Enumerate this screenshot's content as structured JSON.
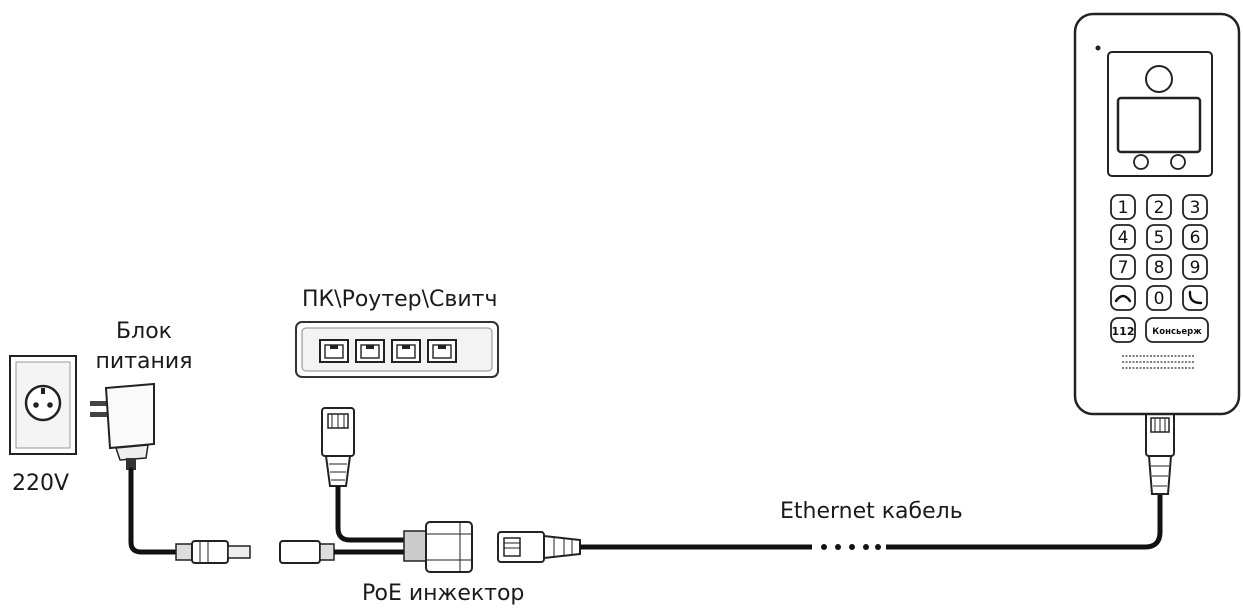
{
  "labels": {
    "outlet_voltage": "220V",
    "power_supply_line1": "Блок",
    "power_supply_line2": "питания",
    "network_device": "ПК\\Роутер\\Свитч",
    "poe_injector": "PoE инжектор",
    "ethernet_cable": "Ethernet кабель"
  },
  "keypad": {
    "keys": [
      "1",
      "2",
      "3",
      "4",
      "5",
      "6",
      "7",
      "8",
      "9",
      "hangup",
      "0",
      "call"
    ],
    "bottom_keys": [
      "112",
      "Консьерж"
    ]
  },
  "router_port_count": 4
}
